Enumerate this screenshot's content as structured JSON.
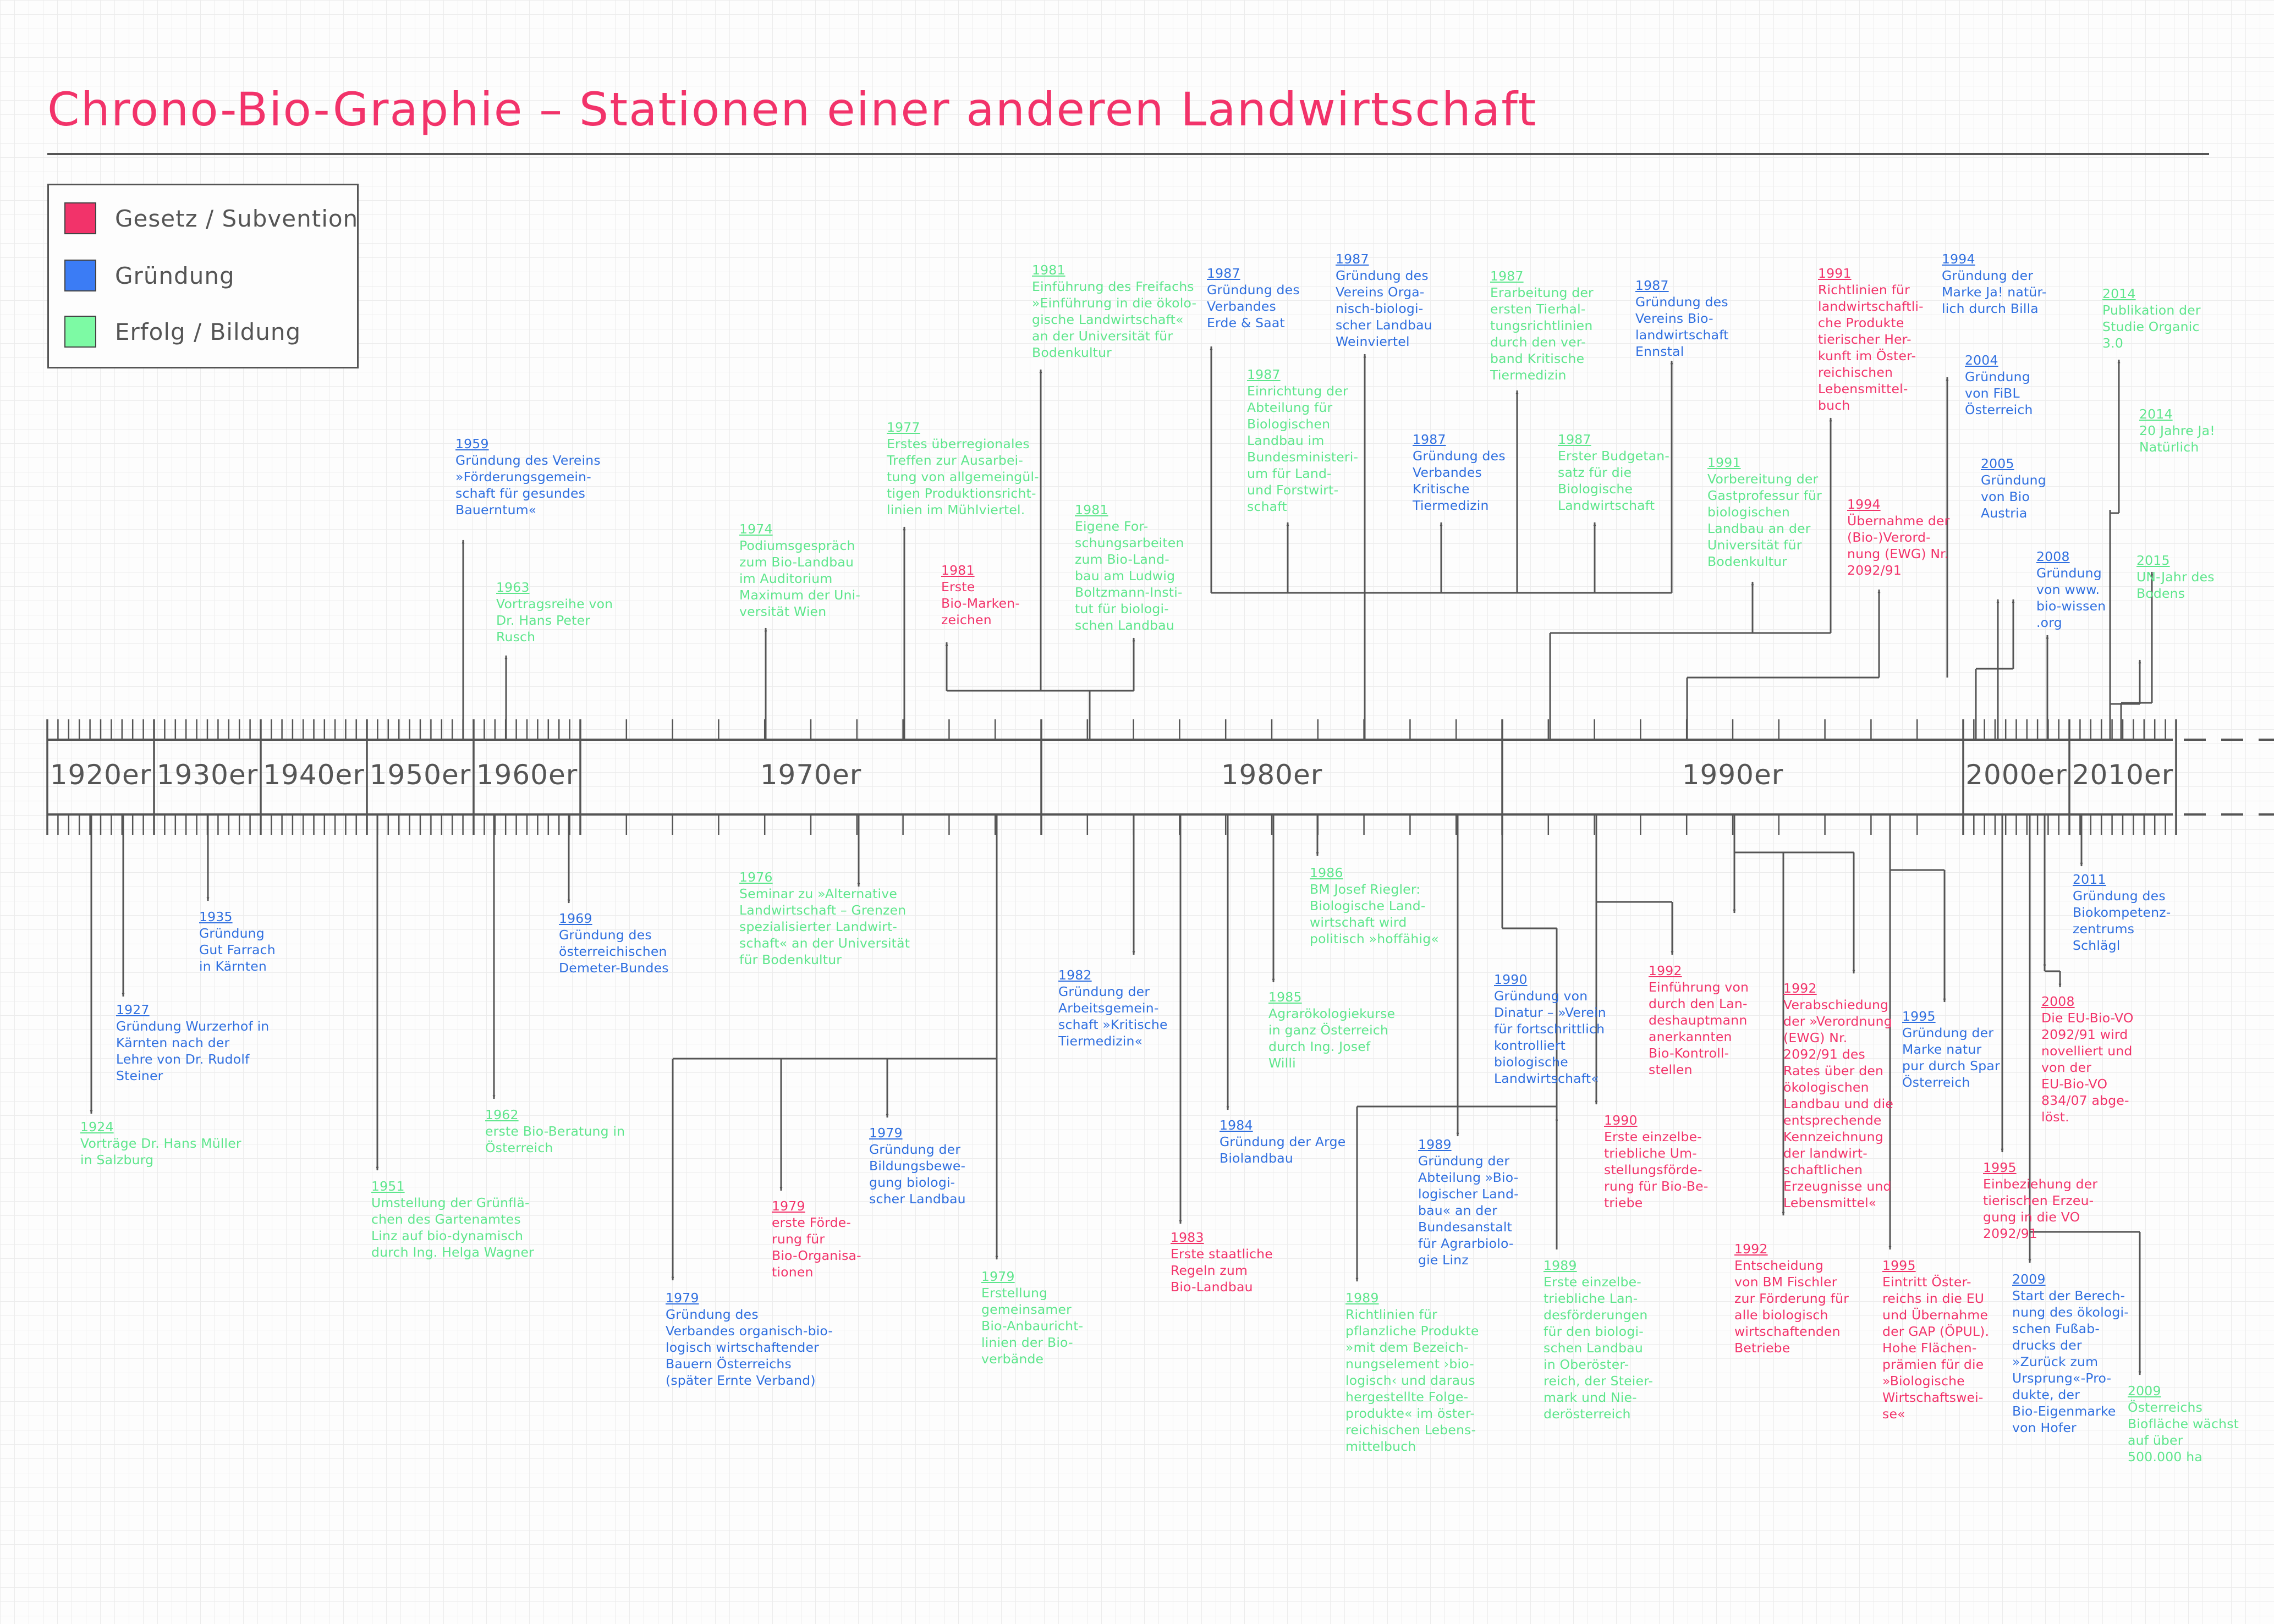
{
  "title": "Chrono-Bio-Graphie – Stationen einer anderen Landwirtschaft",
  "legend": [
    {
      "label": "Gesetz / Subvention",
      "color": "#f2336a"
    },
    {
      "label": "Gründung",
      "color": "#3b7cf5"
    },
    {
      "label": "Erfolg / Bildung",
      "color": "#7dfaa4"
    }
  ],
  "decades": [
    "1920er",
    "1930er",
    "1940er",
    "1950er",
    "1960er",
    "1970er",
    "1980er",
    "1990er",
    "2000er",
    "2010er"
  ],
  "events": [
    {
      "year": "1959",
      "cat": "found",
      "text": "Gründung des Vereins\n»Förderungsgemein-\nschaft für gesundes\nBauerntum«"
    },
    {
      "year": "1963",
      "cat": "succ",
      "text": "Vortragsreihe von\nDr. Hans Peter\nRusch"
    },
    {
      "year": "1974",
      "cat": "succ",
      "text": "Podiumsgespräch\nzum Bio-Landbau\nim Auditorium\nMaximum der Uni-\nversität Wien"
    },
    {
      "year": "1977",
      "cat": "succ",
      "text": "Erstes überregionales\nTreffen zur Ausarbei-\ntung von allgemeingül-\ntigen Produktionsricht-\nlinien im Mühlviertel."
    },
    {
      "year": "1981",
      "cat": "law",
      "text": "Erste\nBio-Marken-\nzeichen"
    },
    {
      "year": "1981",
      "cat": "succ",
      "text": "Einführung des Freifachs\n»Einführung in die ökolo-\ngische Landwirtschaft«\nan der Universität für\nBodenkultur"
    },
    {
      "year": "1981",
      "cat": "succ",
      "text": "Eigene For-\nschungsarbeiten\nzum Bio-Land-\nbau am Ludwig\nBoltzmann-Insti-\ntut für biologi-\nschen Landbau"
    },
    {
      "year": "1987",
      "cat": "found",
      "text": "Gründung des\nVerbandes\nErde & Saat"
    },
    {
      "year": "1987",
      "cat": "succ",
      "text": "Einrichtung der\nAbteilung für\nBiologischen\nLandbau im\nBundesministeri-\num für Land-\nund Forstwirt-\nschaft"
    },
    {
      "year": "1987",
      "cat": "found",
      "text": "Gründung des\nVereins Orga-\nnisch-biologi-\nscher Landbau\nWeinviertel"
    },
    {
      "year": "1987",
      "cat": "found",
      "text": "Gründung des\nVerbandes\nKritische\nTiermedizin"
    },
    {
      "year": "1987",
      "cat": "succ",
      "text": "Erarbeitung der\nersten Tierhal-\ntungsrichtlinien\ndurch den ver-\nband Kritische\nTiermedizin"
    },
    {
      "year": "1987",
      "cat": "succ",
      "text": "Erster Budgetan-\nsatz für die\nBiologische\nLandwirtschaft"
    },
    {
      "year": "1987",
      "cat": "found",
      "text": "Gründung des\nVereins Bio-\nlandwirtschaft\nEnnstal"
    },
    {
      "year": "1991",
      "cat": "succ",
      "text": "Vorbereitung der\nGastprofessur für\nbiologischen\nLandbau an der\nUniversität für\nBodenkultur"
    },
    {
      "year": "1991",
      "cat": "law",
      "text": "Richtlinien für\nlandwirtschaftli-\nche Produkte\ntierischer Her-\nkunft im Öster-\nreichischen\nLebensmittel-\nbuch"
    },
    {
      "year": "1994",
      "cat": "law",
      "text": "Übernahme der\n(Bio-)Verord-\nnung (EWG) Nr.\n2092/91"
    },
    {
      "year": "1994",
      "cat": "found",
      "text": "Gründung der\nMarke Ja! natür-\nlich durch Billa"
    },
    {
      "year": "2004",
      "cat": "found",
      "text": "Gründung\nvon FiBL\nÖsterreich"
    },
    {
      "year": "2005",
      "cat": "found",
      "text": "Gründung\nvon Bio\nAustria"
    },
    {
      "year": "2008",
      "cat": "found",
      "text": "Gründung\nvon www.\nbio-wissen\n.org"
    },
    {
      "year": "2014",
      "cat": "succ",
      "text": "Publikation der\nStudie Organic\n3.0"
    },
    {
      "year": "2014",
      "cat": "succ",
      "text": "20 Jahre Ja!\nNatürlich"
    },
    {
      "year": "2015",
      "cat": "succ",
      "text": "UN-Jahr des\nBodens"
    },
    {
      "year": "1924",
      "cat": "succ",
      "text": "Vorträge Dr. Hans Müller\nin Salzburg"
    },
    {
      "year": "1927",
      "cat": "found",
      "text": "Gründung Wurzerhof in\nKärnten nach der\nLehre von Dr. Rudolf\nSteiner"
    },
    {
      "year": "1935",
      "cat": "found",
      "text": "Gründung\nGut Farrach\nin Kärnten"
    },
    {
      "year": "1951",
      "cat": "succ",
      "text": "Umstellung der Grünflä-\nchen des Gartenamtes\nLinz auf bio-dynamisch\ndurch Ing. Helga Wagner"
    },
    {
      "year": "1962",
      "cat": "succ",
      "text": "erste Bio-Beratung in\nÖsterreich"
    },
    {
      "year": "1969",
      "cat": "found",
      "text": "Gründung des\nösterreichischen\nDemeter-Bundes"
    },
    {
      "year": "1976",
      "cat": "succ",
      "text": "Seminar zu »Alternative\nLandwirtschaft – Grenzen\nspezialisierter Landwirt-\nschaft« an der Universität\nfür Bodenkultur"
    },
    {
      "year": "1979",
      "cat": "found",
      "text": "Gründung des\nVerbandes organisch-bio-\nlogisch wirtschaftender\nBauern Österreichs\n(später Ernte Verband)"
    },
    {
      "year": "1979",
      "cat": "law",
      "text": "erste Förde-\nrung für\nBio-Organisa-\ntionen"
    },
    {
      "year": "1979",
      "cat": "found",
      "text": "Gründung der\nBildungsbewe-\ngung biologi-\nscher Landbau"
    },
    {
      "year": "1979",
      "cat": "succ",
      "text": "Erstellung\ngemeinsamer\nBio-Anbauricht-\nlinien der Bio-\nverbände"
    },
    {
      "year": "1982",
      "cat": "found",
      "text": "Gründung der\nArbeitsgemein-\nschaft »Kritische\nTiermedizin«"
    },
    {
      "year": "1983",
      "cat": "law",
      "text": "Erste staatliche\nRegeln zum\nBio-Landbau"
    },
    {
      "year": "1984",
      "cat": "found",
      "text": "Gründung der Arge\nBiolandbau"
    },
    {
      "year": "1985",
      "cat": "succ",
      "text": "Agrarökologiekurse\nin ganz Österreich\ndurch Ing. Josef\nWilli"
    },
    {
      "year": "1986",
      "cat": "succ",
      "text": "BM Josef Riegler:\nBiologische Land-\nwirtschaft wird\npolitisch »hoffähig«"
    },
    {
      "year": "1989",
      "cat": "succ",
      "text": "Richtlinien für\npflanzliche Produkte\n»mit dem Bezeich-\nnungselement ›bio-\nlogisch‹ und daraus\nhergestellte Folge-\nprodukte« im öster-\nreichischen Lebens-\nmittelbuch"
    },
    {
      "year": "1989",
      "cat": "found",
      "text": "Gründung der\nAbteilung »Bio-\nlogischer Land-\nbau« an der\nBundesanstalt\nfür Agrarbiolo-\ngie Linz"
    },
    {
      "year": "1989",
      "cat": "succ",
      "text": "Erste einzelbe-\ntriebliche Lan-\ndesförderungen\nfür den biologi-\nschen Landbau\nin Oberöster-\nreich, der Steier-\nmark und Nie-\nderösterreich"
    },
    {
      "year": "1990",
      "cat": "found",
      "text": "Gründung von\nDinatur – »Verein\nfür fortschrittlich\nkontrolliert\nbiologische\nLandwirtschaft«"
    },
    {
      "year": "1990",
      "cat": "law",
      "text": "Erste einzelbe-\ntriebliche Um-\nstellungsförde-\nrung für Bio-Be-\ntriebe"
    },
    {
      "year": "1992",
      "cat": "law",
      "text": "Einführung von\ndurch den Lan-\ndeshauptmann\nanerkannten\nBio-Kontroll-\nstellen"
    },
    {
      "year": "1992",
      "cat": "law",
      "text": "Entscheidung\nvon BM Fischler\nzur Förderung für\nalle biologisch\nwirtschaftenden\nBetriebe"
    },
    {
      "year": "1992",
      "cat": "law",
      "text": "Verabschiedung\nder »Verordnung\n(EWG) Nr.\n2092/91 des\nRates über den\nökologischen\nLandbau und die\nentsprechende\nKennzeichnung\nder landwirt-\nschaftlichen\nErzeugnisse und\nLebensmittel«"
    },
    {
      "year": "1995",
      "cat": "found",
      "text": "Gründung der\nMarke natur\npur durch Spar\nÖsterreich"
    },
    {
      "year": "1995",
      "cat": "law",
      "text": "Eintritt Öster-\nreichs in die EU\nund Übernahme\nder GAP (ÖPUL).\nHohe Flächen-\nprämien für die\n»Biologische\nWirtschaftswei-\nse«"
    },
    {
      "year": "1995",
      "cat": "law",
      "text": "Einbeziehung der\ntierischen Erzeu-\ngung in die VO\n2092/91"
    },
    {
      "year": "2008",
      "cat": "law",
      "text": "Die EU-Bio-VO\n2092/91 wird\nnovelliert und\nvon der\nEU-Bio-VO\n834/07 abge-\nlöst."
    },
    {
      "year": "2009",
      "cat": "found",
      "text": "Start der Berech-\nnung des ökologi-\nschen Fußab-\ndrucks der\n»Zurück zum\nUrsprung«-Pro-\ndukte, der\nBio-Eigenmarke\nvon Hofer"
    },
    {
      "year": "2009",
      "cat": "succ",
      "text": "Österreichs\nBiofläche wächst\nauf über\n500.000 ha"
    },
    {
      "year": "2011",
      "cat": "found",
      "text": "Gründung des\nBiokompetenz-\nzentrums\nSchlägl"
    }
  ]
}
